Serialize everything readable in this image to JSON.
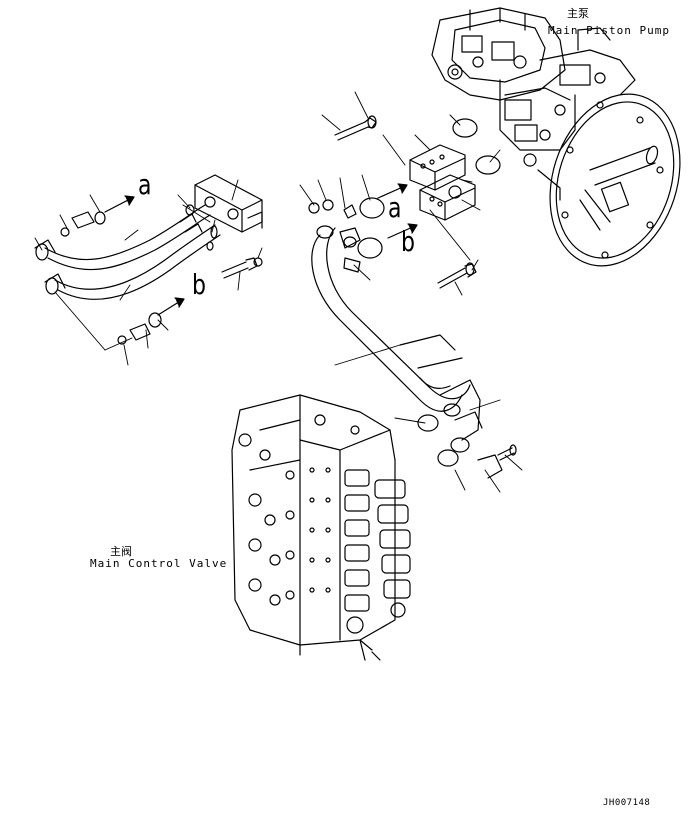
{
  "labels": {
    "pump_cn": "主泵",
    "pump_en": "Main Piston Pump",
    "valve_cn": "主阀",
    "valve_en": "Main Control Valve",
    "flow_a_left": "a",
    "flow_b_left": "b",
    "flow_a_right": "a",
    "flow_b_right": "b",
    "drawing_code": "JH007148"
  }
}
